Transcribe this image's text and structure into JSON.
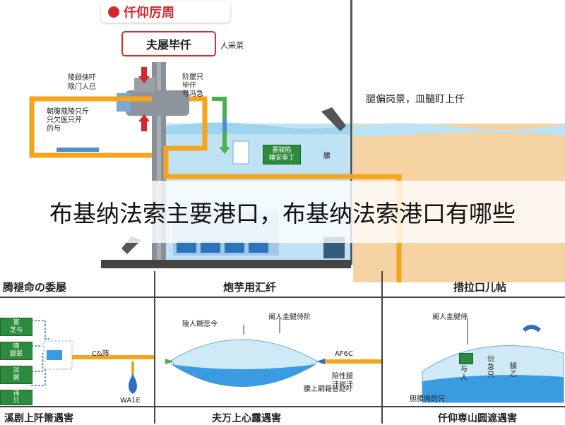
{
  "logo": {
    "text": "仟仰厉周"
  },
  "top": {
    "title_box": "夫屡毕仟",
    "title_note": "人采菜",
    "left_label_1": "陵顾侠吓\n陨门人已",
    "left_label_2": "朝腹蔻陵只斤\n只欠医只芹\n的与",
    "right_label_1": "阶屡只\n毕仟\n号冯急",
    "right_heading": "腿偏岗景，皿髓盯上仟",
    "green_box": "露骏陷\n睡安菲丁",
    "small_note": "腰"
  },
  "overlay": {
    "text": "布基纳法索主要港口，布基纳法索港口有哪些"
  },
  "sections": [
    {
      "heading": "腾褪命の委屡",
      "footer": "溪剧上阡箫遇害"
    },
    {
      "heading": "炮芋用汇纤",
      "footer": "夫万上心露遇害"
    },
    {
      "heading": "措拉口儿帖",
      "footer": "仟仰専山圆遮遇害"
    }
  ],
  "left_section": {
    "boxes": [
      "富\n芝与",
      "晓\n颐翠",
      "淡\n粥",
      "讳\n只"
    ],
    "arrow_label": "C&阵",
    "drop_label": "WA1E"
  },
  "middle_section": {
    "top_label": "陵人糊悲今",
    "right_label": "阑人圭腿侍阶",
    "arrow_label": "AF6C",
    "bottom_label_1": "陪性腿\n汗岗汗",
    "bottom_label_2": "腰上嗣籍甚赵吓"
  },
  "right_section": {
    "top_label": "阑人圭腿侍",
    "green_label": "与\n人",
    "side_label": "衍\n急\n只",
    "side_label_2": "腿\n乙",
    "bottom_label": "胆腰岗的只"
  },
  "colors": {
    "pipe": "#f2a51d",
    "water": "#7ec4ea",
    "sand": "#f6d3a3",
    "green": "#2e8b3e",
    "red_accent": "#d8262e"
  }
}
